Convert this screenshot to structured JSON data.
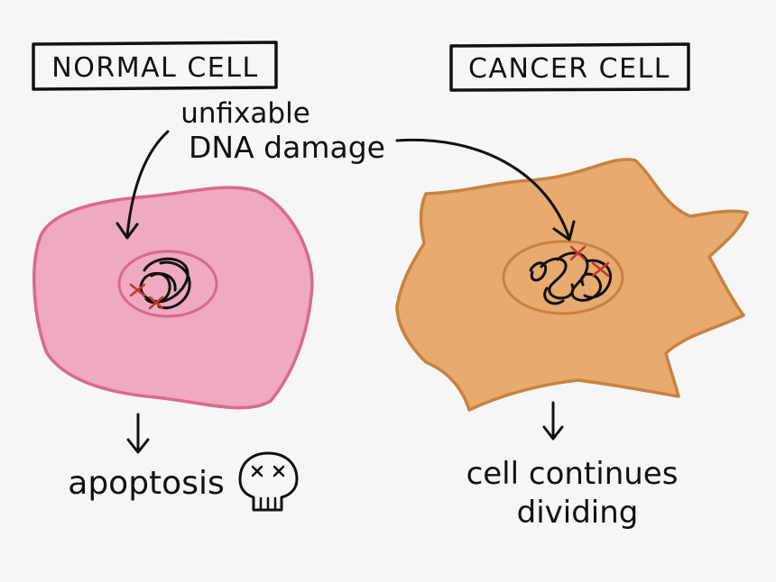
{
  "normal_cell": {
    "title": "NORMAL CELL",
    "outcome": "apoptosis",
    "fill_color": "#efa9c0",
    "stroke_color": "#d96a8a"
  },
  "cancer_cell": {
    "title": "CANCER CELL",
    "outcome_line1": "cell continues",
    "outcome_line2": "dividing",
    "fill_color": "#e7aa6f",
    "stroke_color": "#c8823f"
  },
  "annotation": {
    "line1": "unfixable",
    "line2": "DNA damage"
  },
  "colors": {
    "ink": "#111111",
    "mutation_mark": "#c0392b",
    "background": "#f6f6f6"
  },
  "icons": {
    "outcome_icon": "skull-icon",
    "mutation_marker": "x-mark-icon"
  }
}
